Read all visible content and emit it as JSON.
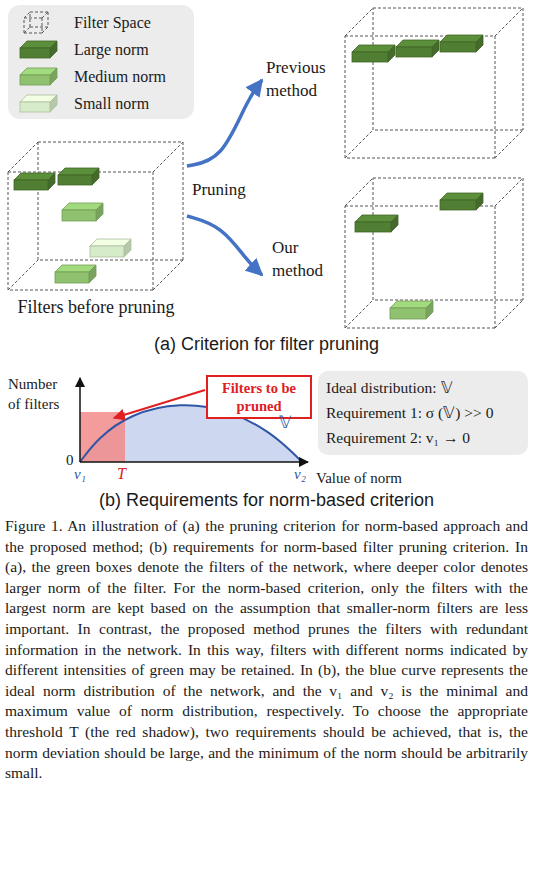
{
  "diagram": {
    "caption": "Figure 1. An illustration of (a) the pruning criterion for norm-based approach and the proposed method; (b) requirements for norm-based filter pruning criterion. In (a), the green boxes denote the filters of the network, where deeper color denotes larger norm of the filter. For the norm-based criterion, only the filters with the largest norm are kept based on the assumption that smaller-norm filters are less important. In contrast, the proposed method prunes the filters with redundant information in the network. In this way, filters with different norms indicated by different intensities of green may be retained. In (b), the blue curve represents the ideal norm distribution of the network, and the v₁ and v₂ is the minimal and maximum value of norm distribution, respectively. To choose the appropriate threshold T (the red shadow), two requirements should be achieved, that is, the norm deviation should be large, and the minimum of the norm should be arbitrarily small.",
    "nodes": [
      {
        "text": [
          "Filters before pruning"
        ]
      },
      {
        "text": [
          "Previous method"
        ]
      },
      {
        "text": [
          "Our method"
        ]
      },
      {
        "text": [
          "Filters to be pruned"
        ]
      },
      {
        "text": [
          "Ideal distribution: 𝕍",
          "Requirement 1: σ (𝕍) >> 0",
          "Requirement 2: v₁ → 0"
        ]
      }
    ],
    "edges": [
      {
        "from": 0,
        "to": 1,
        "arrow": "to"
      },
      {
        "from": 0,
        "to": 2,
        "arrow": "to"
      }
    ],
    "labels": [
      "Pruning",
      "(a) Criterion for filter pruning",
      "Number of filters",
      "0",
      "v₁",
      "T",
      "v₂",
      "Value of norm",
      "𝕍",
      "(b) Requirements for norm-based criterion"
    ],
    "legend": [
      {
        "text": "Filter Space"
      },
      {
        "text": "Large norm",
        "color": "#507e32"
      },
      {
        "text": "Medium norm",
        "color": "#8fc16e"
      },
      {
        "text": "Small norm",
        "color": "#d6ebc8"
      }
    ]
  }
}
